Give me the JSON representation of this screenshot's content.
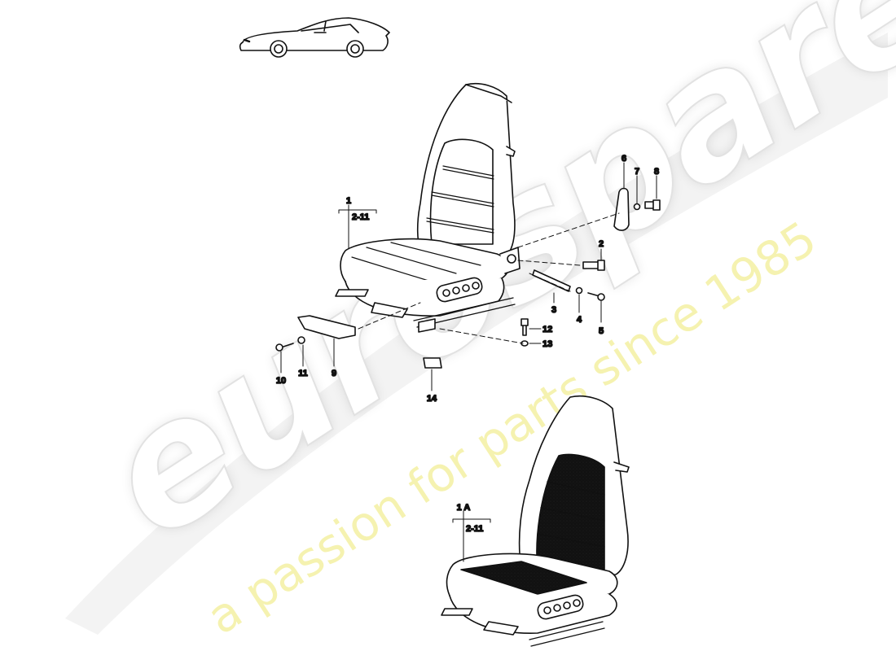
{
  "watermark": {
    "brand": "eurospares",
    "tagline": "a passion for parts since 1985",
    "brand_color": "#e2e2e2",
    "tagline_color": "#f4f0a3"
  },
  "thumbnail": {
    "icon": "car-side-icon"
  },
  "assemblies": [
    {
      "label": "1",
      "range": "2-11"
    },
    {
      "label": "1 A",
      "range": "2-11"
    }
  ],
  "callouts": {
    "p2": "2",
    "p3": "3",
    "p4": "4",
    "p5": "5",
    "p6": "6",
    "p7": "7",
    "p8": "8",
    "p9": "9",
    "p10": "10",
    "p11": "11",
    "p12": "12",
    "p13": "13",
    "p14": "14"
  }
}
